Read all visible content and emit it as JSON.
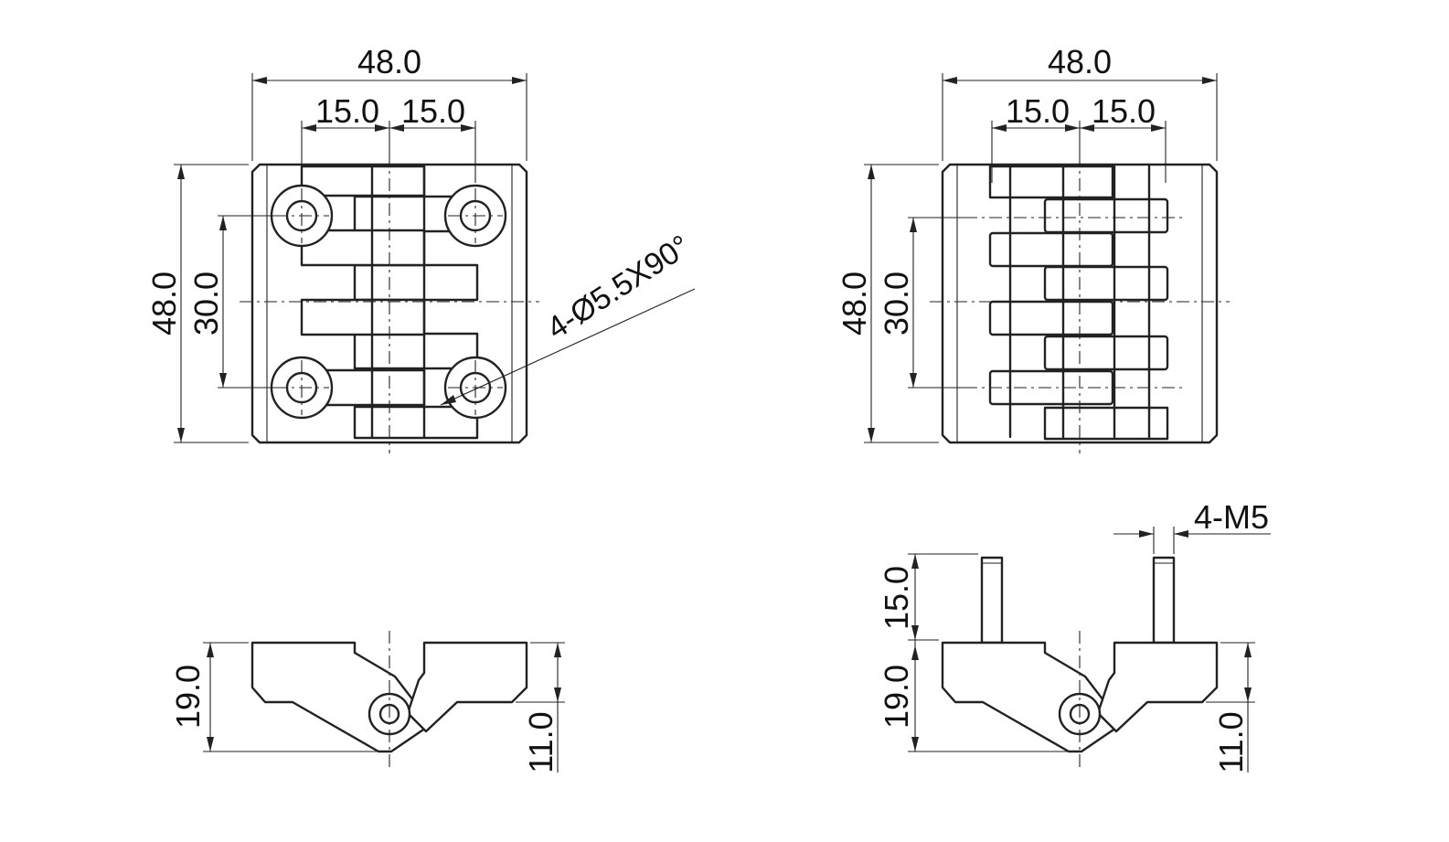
{
  "colors": {
    "line": "#222222",
    "background": "#ffffff"
  },
  "views": {
    "top_left": {
      "width_total": "48.0",
      "hole_spacing_left": "15.0",
      "hole_spacing_right": "15.0",
      "height_total": "48.0",
      "hole_spacing_vertical": "30.0",
      "hole_callout": "4-Ø5.5X90°"
    },
    "top_right": {
      "width_total": "48.0",
      "hole_spacing_left": "15.0",
      "hole_spacing_right": "15.0",
      "height_total": "48.0",
      "hole_spacing_vertical": "30.0"
    },
    "side_left": {
      "height_total": "19.0",
      "height_leaf": "11.0"
    },
    "side_right": {
      "stud_length": "15.0",
      "height_total": "19.0",
      "height_leaf": "11.0",
      "thread_callout": "4-M5"
    }
  }
}
